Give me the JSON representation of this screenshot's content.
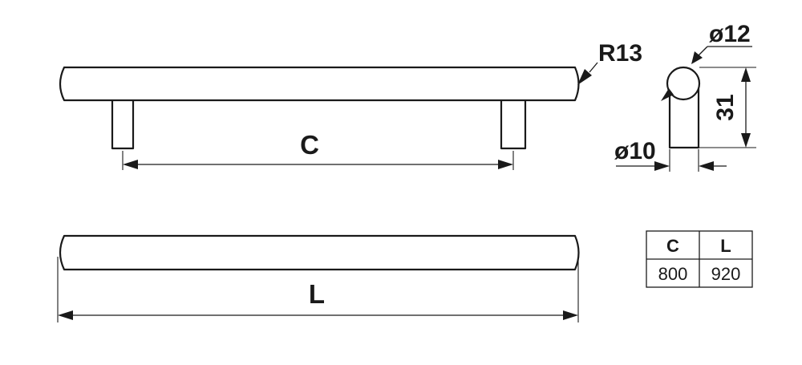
{
  "labels": {
    "radius": "R13",
    "bar_diameter": "ø12",
    "height": "31",
    "post_diameter": "ø10",
    "center_distance": "C",
    "length": "L"
  },
  "table": {
    "headers": [
      "C",
      "L"
    ],
    "rows": [
      [
        "800",
        "920"
      ]
    ]
  },
  "colors": {
    "line": "#1a1a1a",
    "background": "#ffffff"
  }
}
